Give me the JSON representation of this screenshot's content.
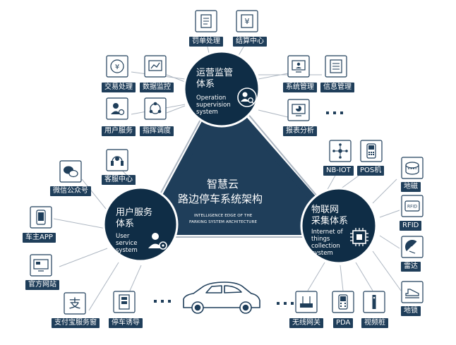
{
  "colors": {
    "navy": "#1f3e5a",
    "hub": "#0f2d46",
    "line": "#aeb7c2",
    "icon_fill": "#ffffff"
  },
  "center": {
    "title_line1": "智慧云",
    "title_line2": "路边停车系统架构",
    "subtitle_line1": "INTELLIGENCE EDGE OF THE",
    "subtitle_line2": "PARKING SYSTEM ARCHITECTURE"
  },
  "hubs": {
    "operation": {
      "zh_line1": "运营监管",
      "zh_line2": "体系",
      "en_line1": "Operation",
      "en_line2": "supervision",
      "en_line3": "system",
      "icon": "user-search-icon"
    },
    "user_service": {
      "zh_line1": "用户服务",
      "zh_line2": "体系",
      "en_line1": "User",
      "en_line2": "service",
      "en_line3": "system",
      "icon": "user-gear-icon"
    },
    "iot": {
      "zh_line1": "物联网",
      "zh_line2": "采集体系",
      "en_line1": "Internet of",
      "en_line2": "things",
      "en_line3": "collection",
      "en_line4": "system",
      "icon": "chip-icon"
    }
  },
  "nodes": {
    "fine": {
      "label": "罚单处理",
      "icon": "ticket-icon"
    },
    "settlement": {
      "label": "结算中心",
      "icon": "yen-receipt-icon"
    },
    "transaction": {
      "label": "交易处理",
      "icon": "yen-cycle-icon"
    },
    "monitoring": {
      "label": "数据监控",
      "icon": "line-chart-icon"
    },
    "system_mgmt": {
      "label": "系统管理",
      "icon": "monitor-user-icon"
    },
    "info_mgmt": {
      "label": "信息管理",
      "icon": "document-list-icon"
    },
    "user_svc": {
      "label": "用户服务",
      "icon": "user-gear-icon"
    },
    "dispatch": {
      "label": "指挥调度",
      "icon": "network-icon"
    },
    "report": {
      "label": "报表分析",
      "icon": "pie-chart-icon"
    },
    "customer": {
      "label": "客服中心",
      "icon": "headset-icon"
    },
    "wechat": {
      "label": "微信公众号",
      "icon": "wechat-icon"
    },
    "app": {
      "label": "车主APP",
      "icon": "phone-icon"
    },
    "website": {
      "label": "官方网站",
      "icon": "monitor-icon"
    },
    "alipay": {
      "label": "支付宝服务窗",
      "icon": "alipay-icon"
    },
    "guide": {
      "label": "停车诱导",
      "icon": "guide-sign-icon"
    },
    "nbiot": {
      "label": "NB-IOT",
      "icon": "nb-iot-icon"
    },
    "pos": {
      "label": "POS机",
      "icon": "pos-icon"
    },
    "magnet": {
      "label": "地磁",
      "icon": "magnet-sensor-icon"
    },
    "rfid": {
      "label": "RFID",
      "icon": "rfid-icon"
    },
    "radar": {
      "label": "雷达",
      "icon": "radar-icon"
    },
    "lock": {
      "label": "地锁",
      "icon": "ground-lock-icon"
    },
    "gateway": {
      "label": "无线网关",
      "icon": "router-icon"
    },
    "pda": {
      "label": "PDA",
      "icon": "pda-icon"
    },
    "video": {
      "label": "视频桩",
      "icon": "video-pole-icon"
    }
  },
  "car_icon": "car-icon"
}
